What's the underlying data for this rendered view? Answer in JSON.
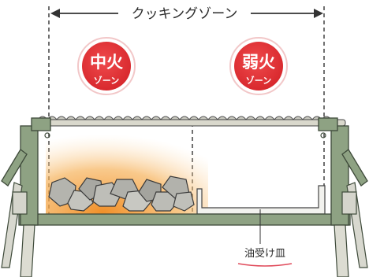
{
  "diagram": {
    "cooking_zone_label": "クッキングゾーン",
    "zones": [
      {
        "title": "中火",
        "subtitle": "ゾーン"
      },
      {
        "title": "弱火",
        "subtitle": "ゾーン"
      }
    ],
    "drip_tray_label": "油受け皿"
  },
  "colors": {
    "badge_red": "#e6383c",
    "glow_orange": "#f3a23a",
    "frame_green": "#7f9a73",
    "frame_dark": "#3e4a3a",
    "underline_red": "#e04a5a"
  }
}
